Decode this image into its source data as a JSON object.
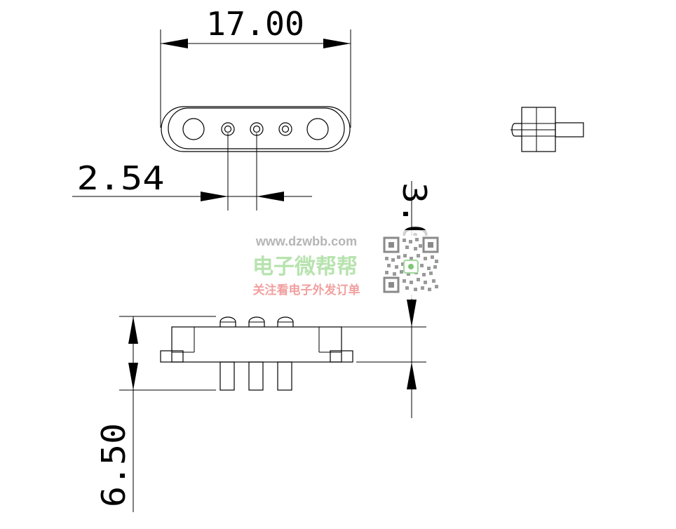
{
  "dimensions": {
    "width": "17.00",
    "pitch": "2.54",
    "body_thickness": "3.00",
    "total_height": "6.50"
  },
  "watermark": {
    "url": "www.dzwbb.com",
    "brand": "电子微帮帮",
    "slogan": "关注看电子外发订单"
  },
  "colors": {
    "line": "#000000",
    "watermark_url": "#b5b5b5",
    "watermark_brand": "#b7e3ae",
    "watermark_slogan": "#f2a0a0"
  }
}
